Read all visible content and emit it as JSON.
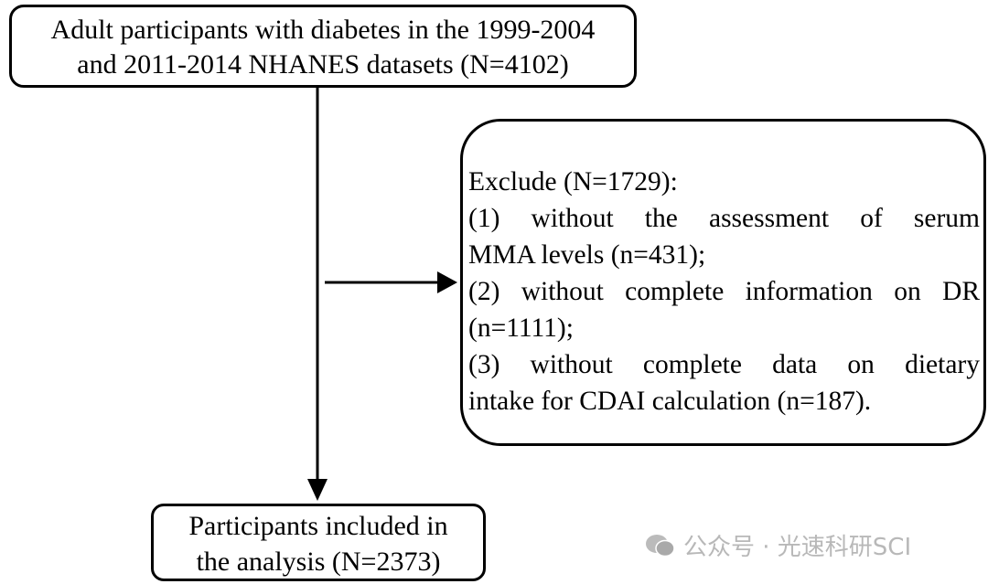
{
  "top_box": {
    "line1": "Adult participants with diabetes in the 1999-2004",
    "line2": "and 2011-2014 NHANES datasets (N=4102)"
  },
  "exclude_box": {
    "title": "Exclude (N=1729):",
    "lines": [
      "(1) without the assessment of  serum",
      "MMA levels (n=431);",
      "(2) without complete information on DR",
      "(n=1111);",
      "(3) without  complete data on dietary",
      "intake for CDAI calculation (n=187)."
    ]
  },
  "bottom_box": {
    "line1": "Participants included in",
    "line2": "the analysis (N=2373)"
  },
  "watermark": {
    "text": "公众号 · 光速科研SCI",
    "icon": "wechat-icon"
  }
}
